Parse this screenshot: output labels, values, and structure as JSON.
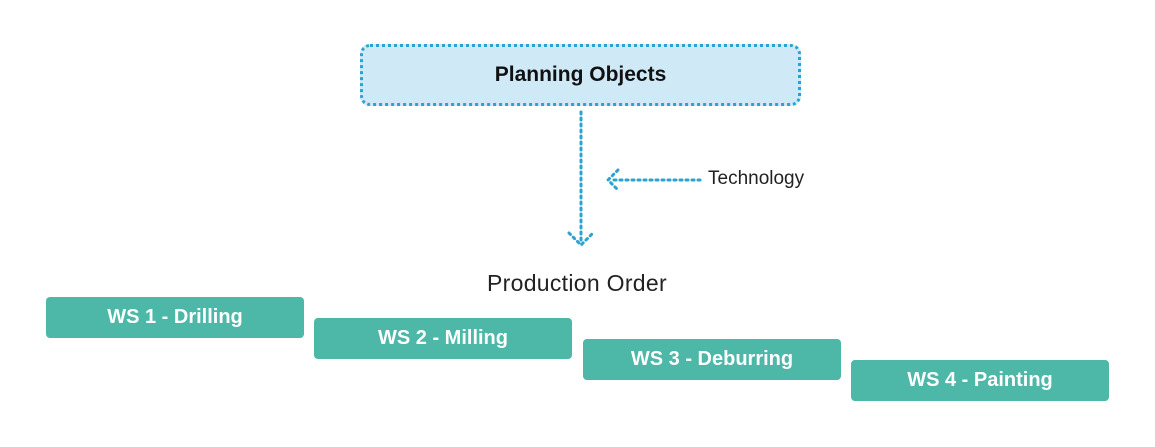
{
  "planning_objects": {
    "label": "Planning Objects"
  },
  "technology": {
    "label": "Technology"
  },
  "production_order": {
    "label": "Production Order"
  },
  "workstations": [
    {
      "label": "WS 1 - Drilling"
    },
    {
      "label": "WS 2 - Milling"
    },
    {
      "label": "WS 3 - Deburring"
    },
    {
      "label": "WS 4 - Painting"
    }
  ],
  "colors": {
    "planning_fill": "#cfe9f6",
    "dotted_accent": "#2ba3d1",
    "workstation_fill": "#4db7a8"
  }
}
